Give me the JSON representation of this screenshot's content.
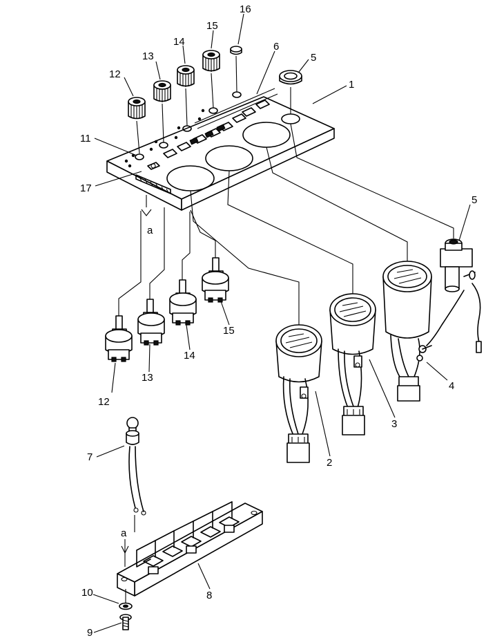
{
  "callouts": {
    "c1": "1",
    "c2": "2",
    "c3": "3",
    "c4": "4",
    "c5_top": "5",
    "c5_right": "5",
    "c6": "6",
    "c7": "7",
    "c8": "8",
    "c9": "9",
    "c10": "10",
    "c11": "11",
    "c12_top": "12",
    "c12_bottom": "12",
    "c13_top": "13",
    "c13_bottom": "13",
    "c14_top": "14",
    "c14_bottom": "14",
    "c15_top": "15",
    "c15_bottom": "15",
    "c16": "16",
    "c17": "17",
    "a_top": "a",
    "a_bottom": "a"
  }
}
